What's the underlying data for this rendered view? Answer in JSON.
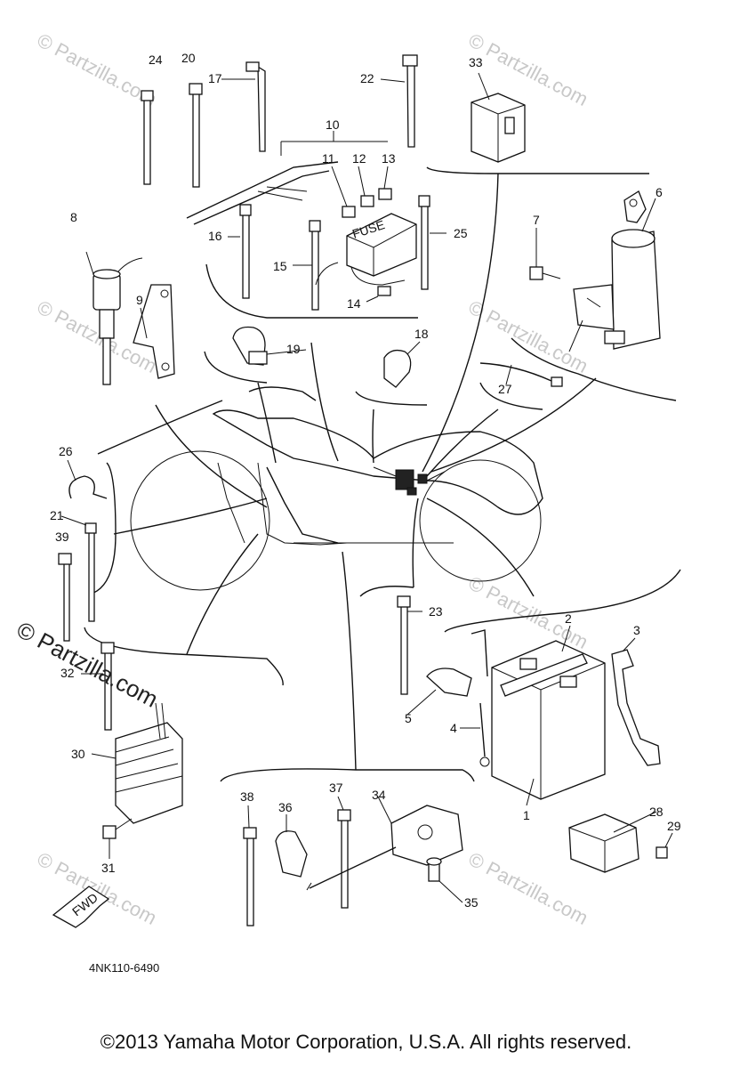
{
  "callout_labels": [
    "1",
    "2",
    "3",
    "4",
    "5",
    "6",
    "7",
    "8",
    "9",
    "10",
    "11",
    "12",
    "13",
    "14",
    "15",
    "16",
    "17",
    "18",
    "19",
    "20",
    "21",
    "22",
    "23",
    "24",
    "25",
    "26",
    "27",
    "28",
    "29",
    "30",
    "31",
    "32",
    "33",
    "34",
    "35",
    "36",
    "37",
    "38",
    "39"
  ],
  "watermark_small": "© Partzilla.com",
  "watermark_large": "© Partzilla.com",
  "fuse_label": "FUSE",
  "fwd_label": "FWD",
  "diagram_code": "4NK110-6490",
  "copyright": "©2013 Yamaha Motor Corporation, U.S.A. All rights reserved."
}
